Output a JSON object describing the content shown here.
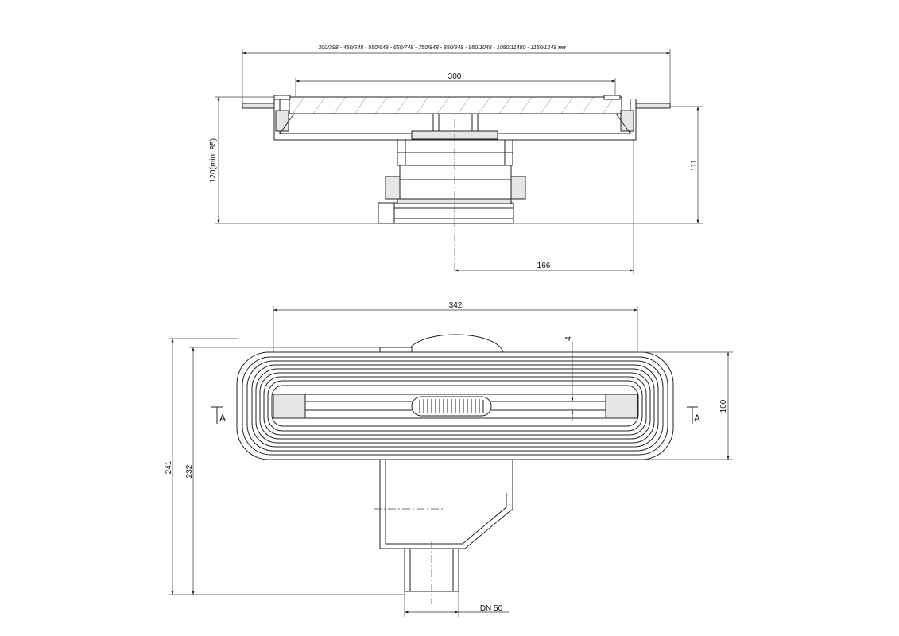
{
  "top_view": {
    "overall_sizes": "300/398 - 450/548 - 550/648 - 650/748 - 750/848 - 850/948 - 950/1048 - 1050/11480 - 1150/1248 мм",
    "grate_length": "300",
    "height_total": "120(min. 85)",
    "height_right": "111",
    "outlet_offset": "166"
  },
  "plan_view": {
    "body_length": "342",
    "depth_4": "4",
    "body_width": "100",
    "depth_241": "241",
    "depth_232": "232",
    "outlet_size": "DN 50",
    "section_left": "A",
    "section_right": "A"
  }
}
